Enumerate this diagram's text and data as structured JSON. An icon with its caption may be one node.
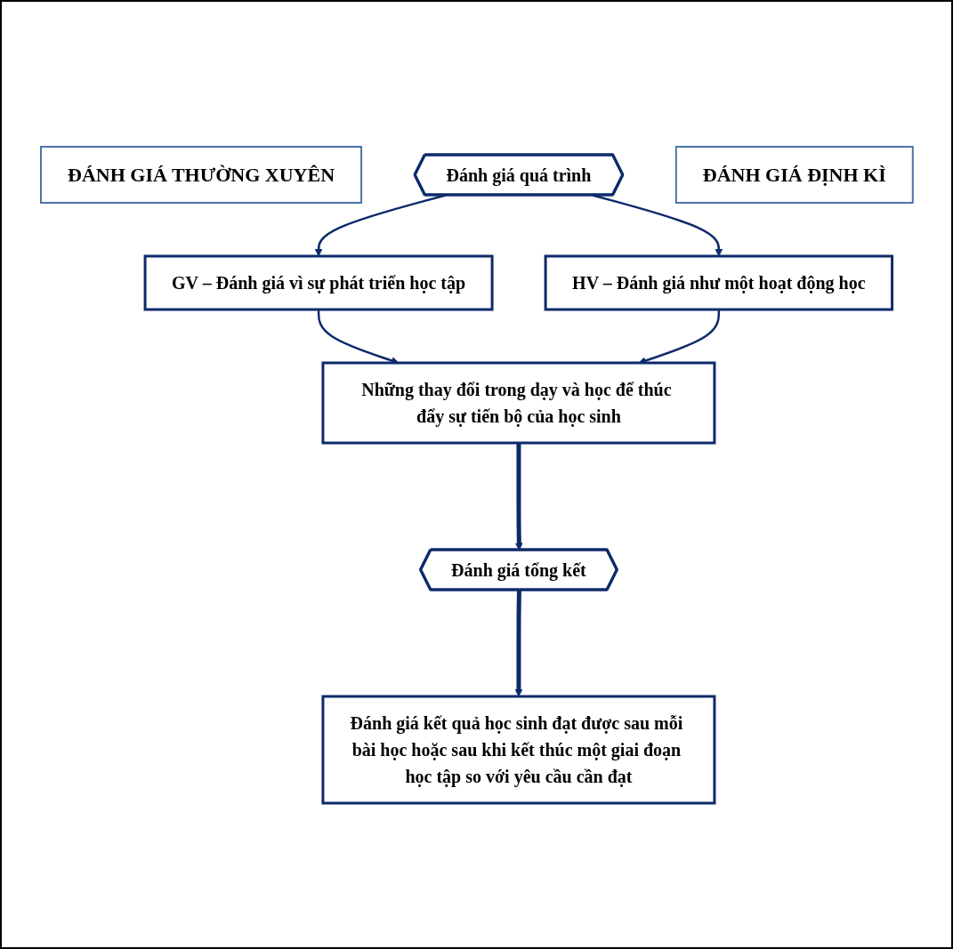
{
  "diagram": {
    "nodes": [
      {
        "text": [
          "ĐÁNH GIÁ THƯỜNG XUYÊN"
        ]
      },
      {
        "text": [
          "Đánh giá quá trình"
        ]
      },
      {
        "text": [
          "GV – Đánh giá vì sự phát triển học tập"
        ]
      },
      {
        "text": [
          "HV – Đánh giá như một hoạt động học"
        ]
      },
      {
        "text": [
          "Những thay đổi trong dạy và học để thúc đẩy sự tiến bộ của học sinh"
        ]
      },
      {
        "text": [
          "ĐÁNH GIÁ ĐỊNH KÌ"
        ]
      },
      {
        "text": [
          "Đánh giá tổng kết"
        ]
      },
      {
        "text": [
          "Đánh giá kết quả học sinh đạt được sau mỗi bài học hoặc sau khi kết thúc một giai đoạn học tập so với yêu cầu cần đạt"
        ]
      }
    ],
    "edges": [
      {
        "from": 1,
        "to": 2,
        "arrow": "to"
      },
      {
        "from": 1,
        "to": 3,
        "arrow": "to"
      },
      {
        "from": 2,
        "to": 4,
        "arrow": "to"
      },
      {
        "from": 3,
        "to": 4,
        "arrow": "to"
      },
      {
        "from": 4,
        "to": 6,
        "arrow": "to",
        "style": "thick"
      },
      {
        "from": 6,
        "to": 7,
        "arrow": "to",
        "style": "thick"
      }
    ]
  }
}
